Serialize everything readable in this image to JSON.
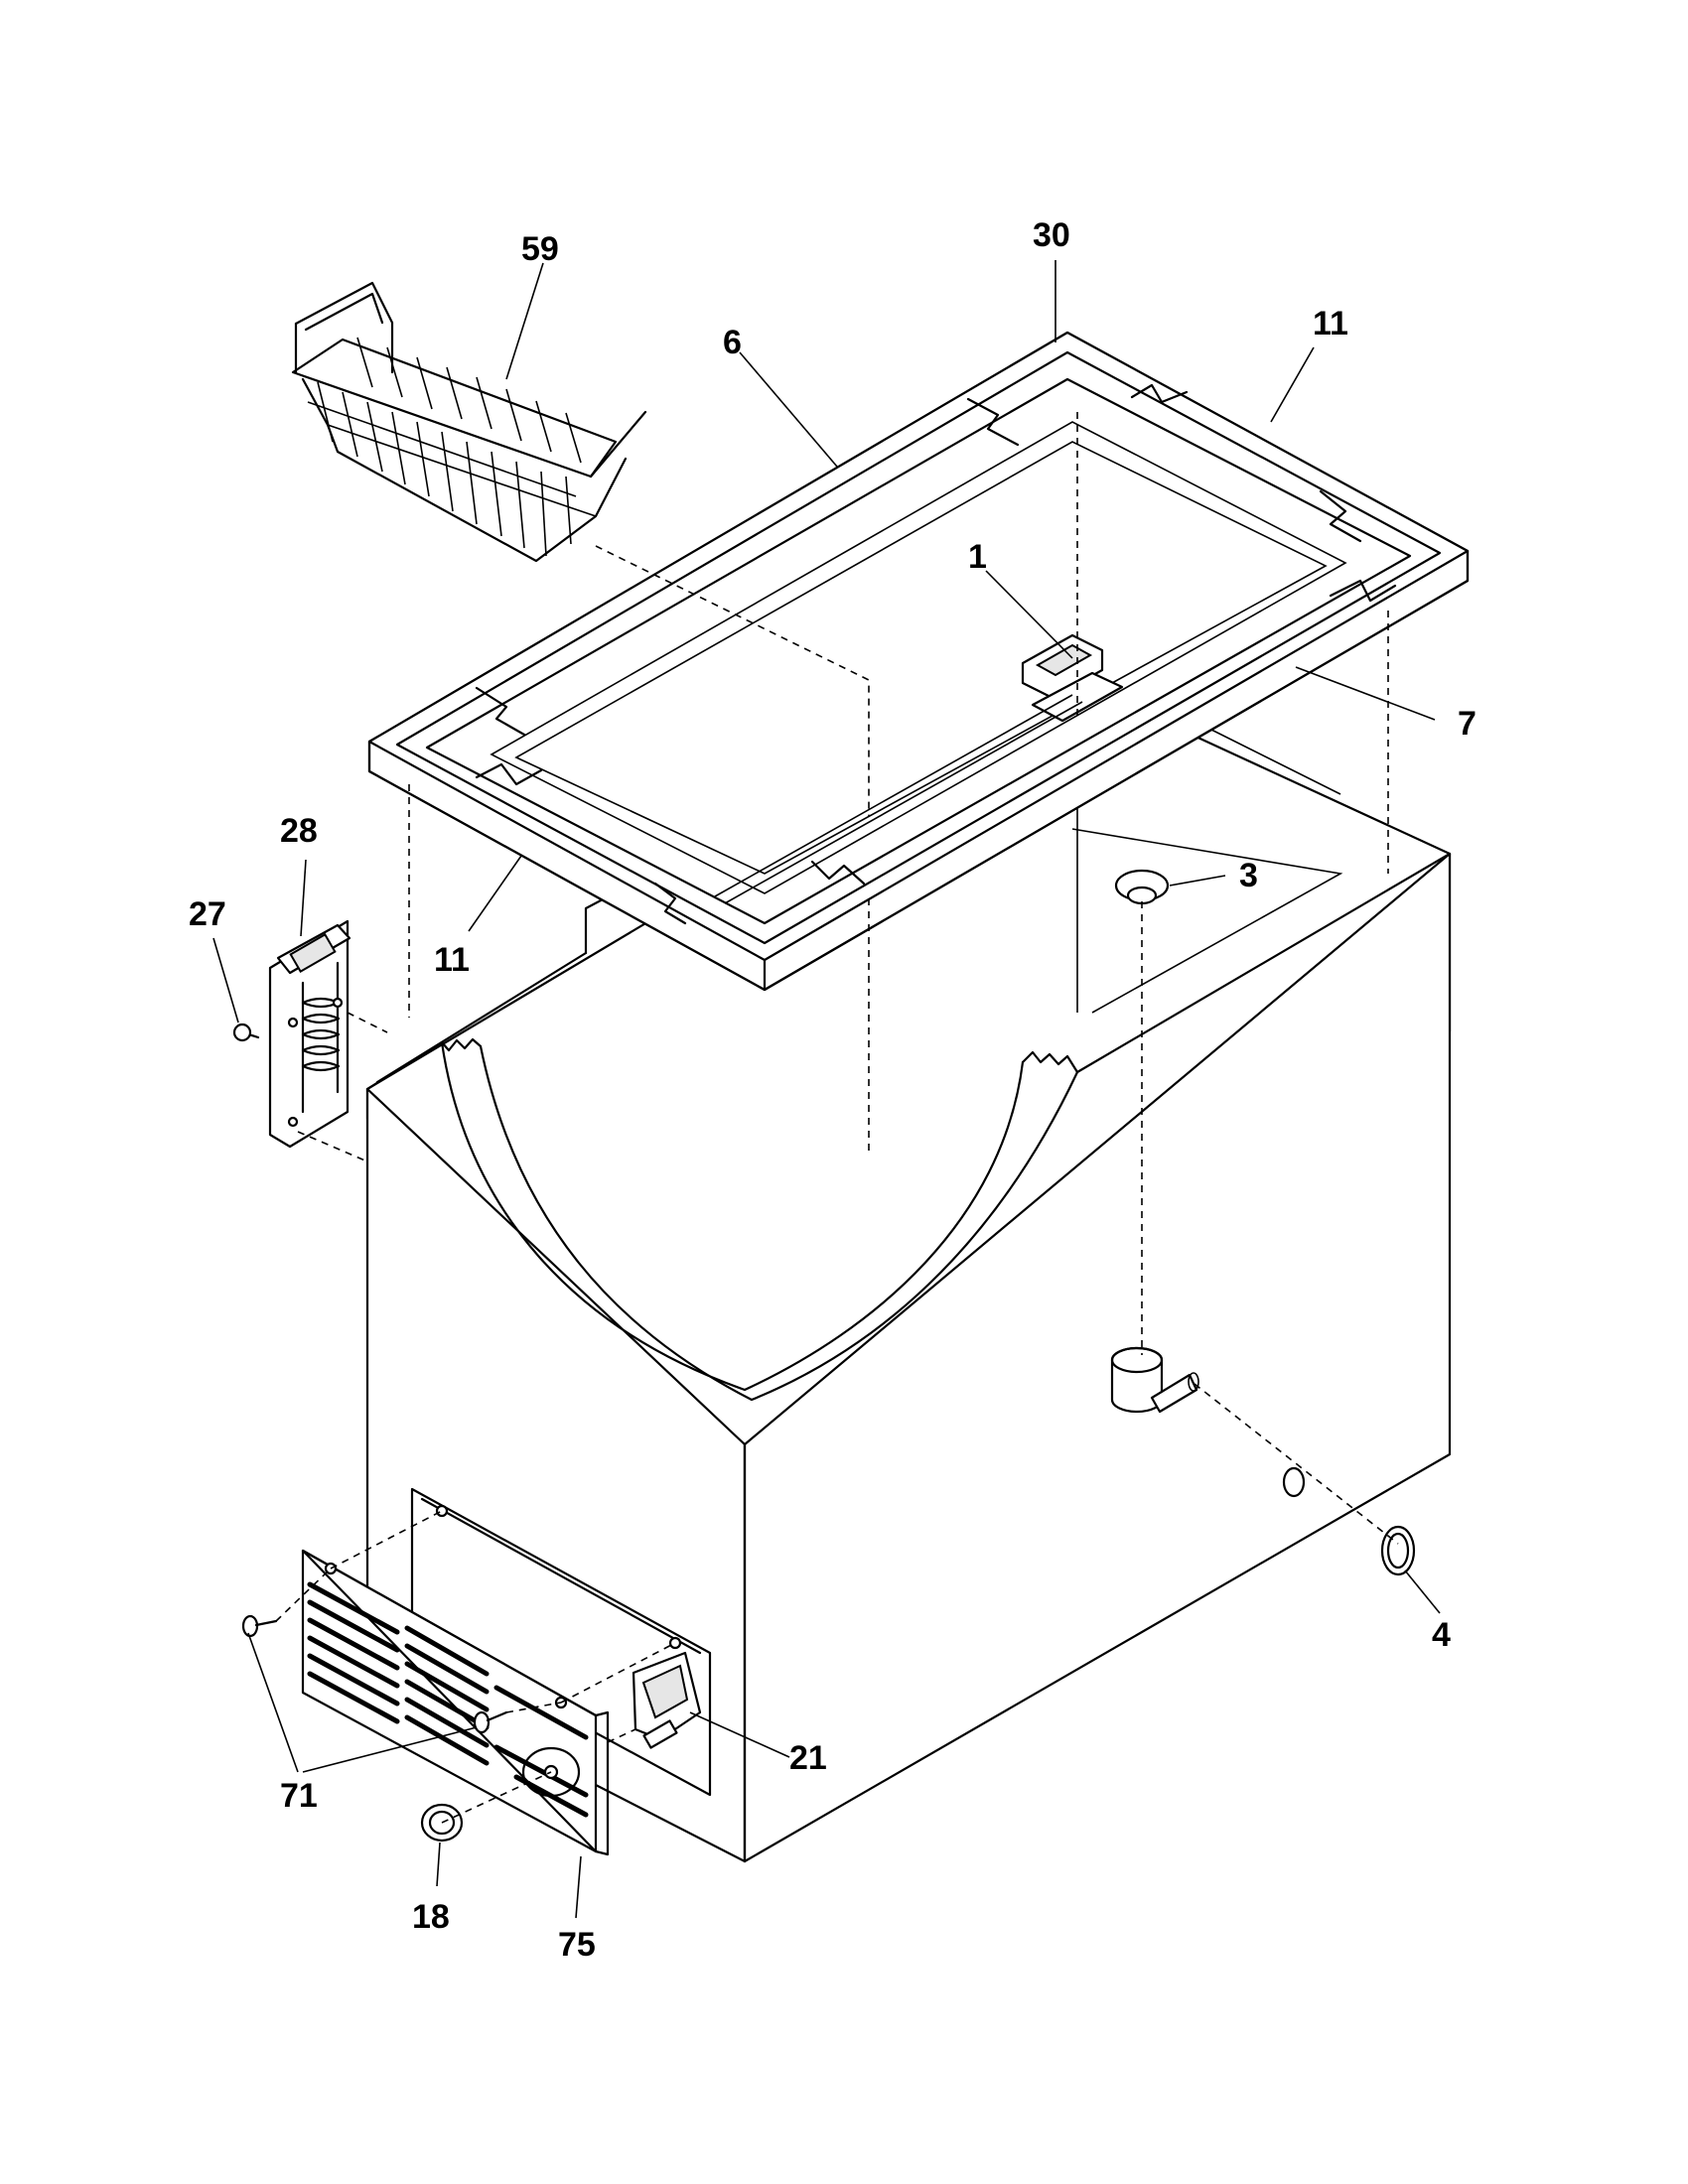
{
  "callouts": {
    "c59": "59",
    "c30": "30",
    "c6": "6",
    "c11_top": "11",
    "c1": "1",
    "c7": "7",
    "c28": "28",
    "c27": "27",
    "c11_bottom": "11",
    "c3": "3",
    "c4": "4",
    "c21": "21",
    "c71": "71",
    "c18": "18",
    "c75": "75"
  }
}
